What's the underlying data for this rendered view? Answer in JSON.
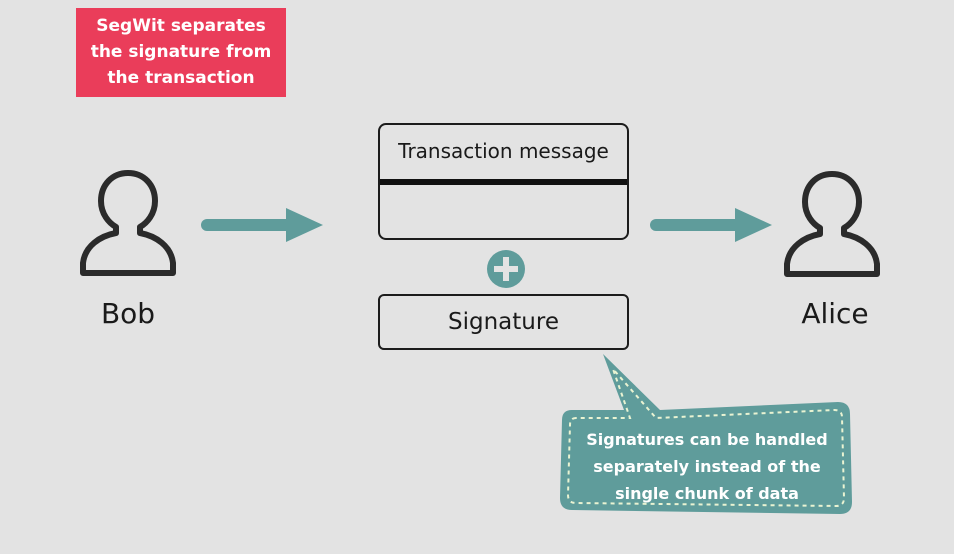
{
  "title_note": {
    "text": "SegWit separates the signature from the transaction"
  },
  "sender": {
    "name": "Bob",
    "icon": "person-icon"
  },
  "receiver": {
    "name": "Alice",
    "icon": "person-icon"
  },
  "transaction_box": {
    "title": "Transaction message"
  },
  "plus": {
    "icon": "plus-circle-icon"
  },
  "signature_box": {
    "label": "Signature"
  },
  "callout": {
    "text": "Signatures can be handled separately instead of the single chunk of data"
  },
  "colors": {
    "background": "#e3e3e3",
    "title_note_fill": "#ea3d5a",
    "accent_teal": "#5f9c9b",
    "callout_fill": "#5f9c9b",
    "callout_stitch": "#e9f3d2",
    "outline": "#1c1c1c"
  }
}
